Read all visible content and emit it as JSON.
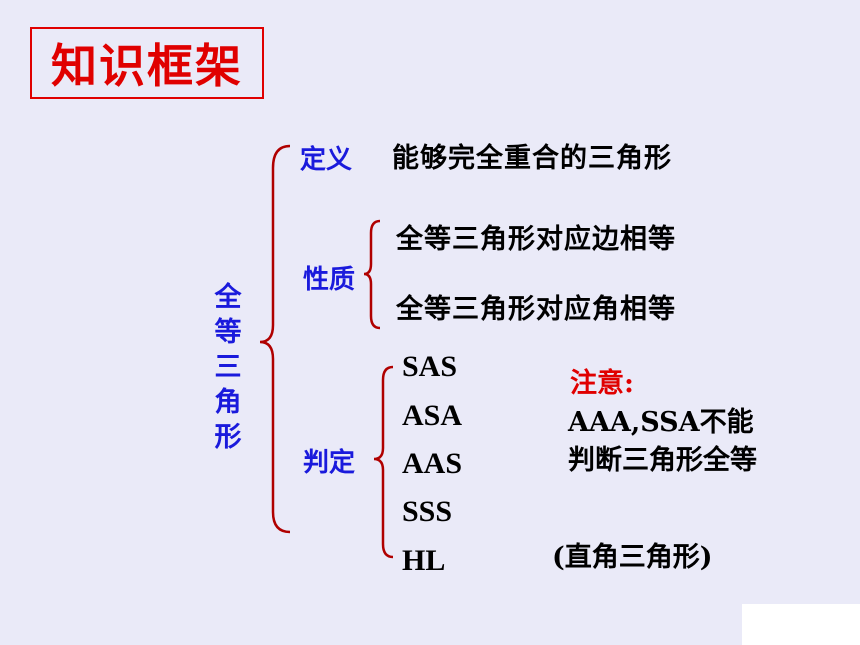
{
  "title": "知识框架",
  "topic": [
    "全",
    "等",
    "三",
    "角",
    "形"
  ],
  "definition": {
    "label": "定义",
    "text": "能够完全重合的三角形"
  },
  "properties": {
    "label": "性质",
    "items": [
      "全等三角形对应边相等",
      "全等三角形对应角相等"
    ]
  },
  "criteria": {
    "label": "判定",
    "items": [
      "SAS",
      "ASA",
      "AAS",
      "SSS",
      "HL"
    ]
  },
  "note": {
    "title": "注意:",
    "line1": "AAA,SSA不能",
    "line2": "判断三角形全等"
  },
  "hl_note": "(直角三角形)",
  "colors": {
    "accent_red": "#e00000",
    "label_blue": "#1a1adc",
    "background": "#eaeaf8"
  }
}
